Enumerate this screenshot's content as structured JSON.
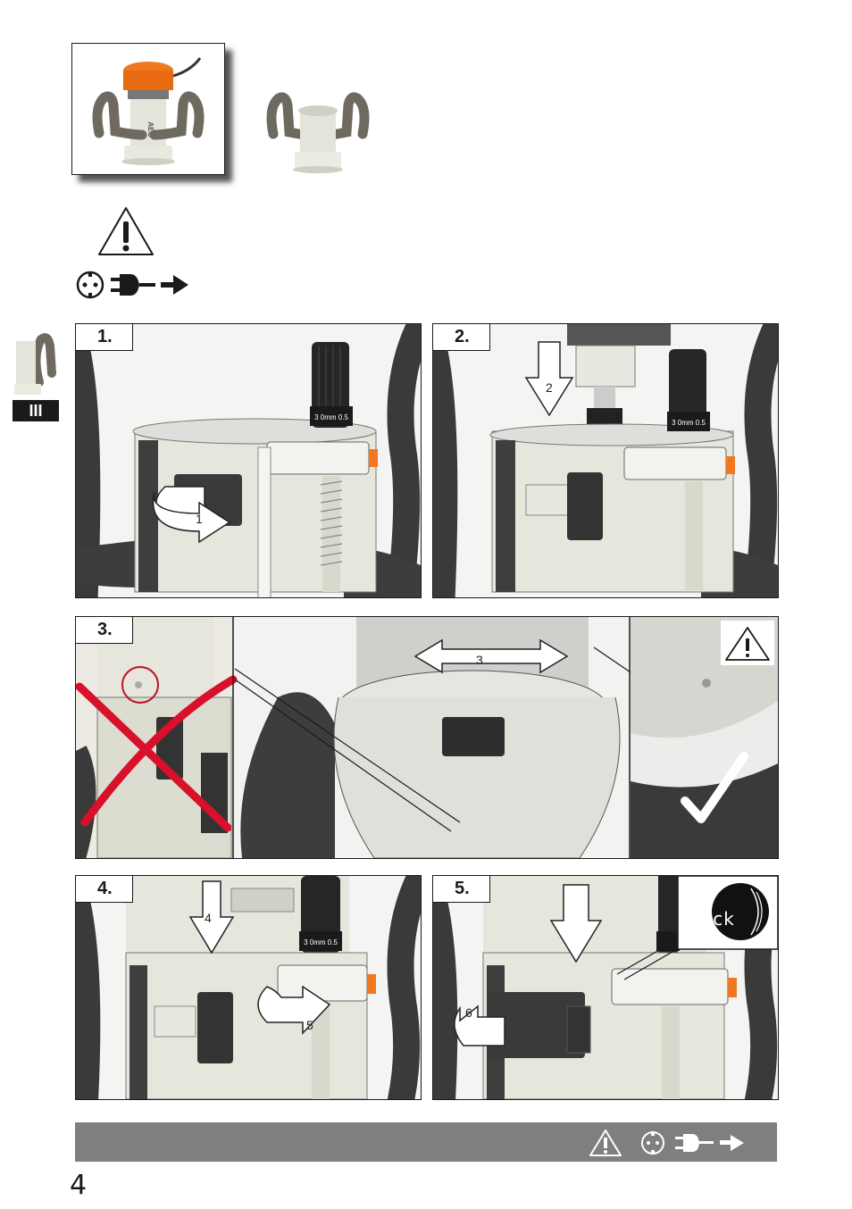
{
  "steps": [
    {
      "label": "1.",
      "arrow_number": "1"
    },
    {
      "label": "2.",
      "arrow_number": "2"
    },
    {
      "label": "3.",
      "arrow_number": "3"
    },
    {
      "label": "4.",
      "arrow_numbers": [
        "4",
        "5"
      ]
    },
    {
      "label": "5.",
      "arrow_number": "6",
      "badge": "click"
    }
  ],
  "sidebar_tab": {
    "label": "III"
  },
  "page_number": "4",
  "brand": {
    "logo": "AEG"
  },
  "icons": {
    "warning": "warning-triangle-icon",
    "socket": "power-socket-icon",
    "plug": "unplug-icon",
    "arrow": "arrow-right-icon"
  },
  "colors": {
    "accent": "#f07820",
    "bar": "#7f7f7f",
    "ink": "#1a1a1a"
  }
}
